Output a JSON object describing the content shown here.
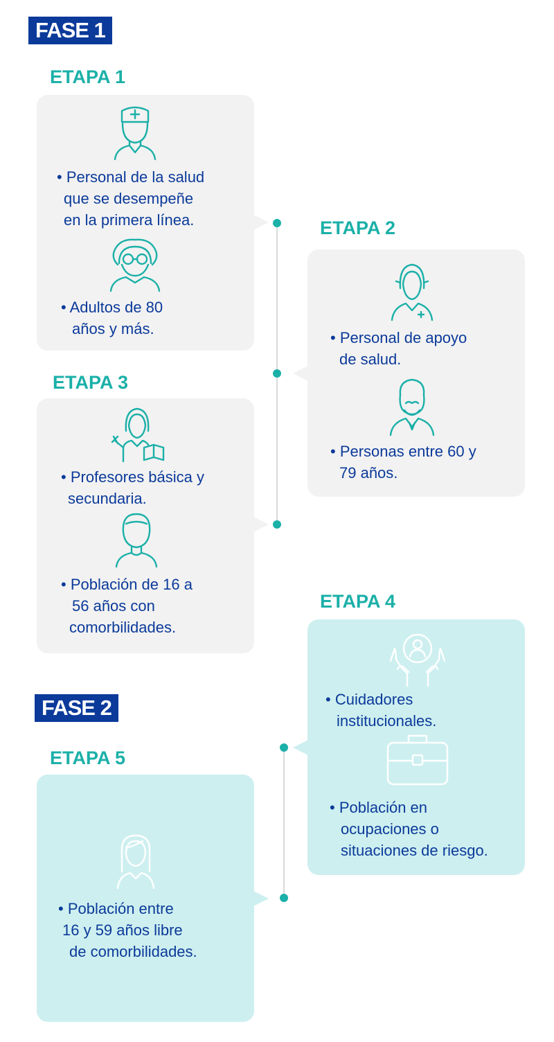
{
  "fase1": "FASE 1",
  "fase2": "FASE 2",
  "etapa1": {
    "title": "ETAPA 1",
    "items": [
      {
        "icon": "nurse-icon",
        "lines": [
          "• Personal de la salud",
          "que se desempeñe",
          "en la primera línea."
        ]
      },
      {
        "icon": "elderly-woman-icon",
        "lines": [
          "• Adultos de 80",
          "años y más."
        ]
      }
    ]
  },
  "etapa2": {
    "title": "ETAPA 2",
    "items": [
      {
        "icon": "health-worker-icon",
        "lines": [
          "• Personal de apoyo",
          "de salud."
        ]
      },
      {
        "icon": "bearded-man-icon",
        "lines": [
          "• Personas entre 60 y",
          "79 años."
        ]
      }
    ]
  },
  "etapa3": {
    "title": "ETAPA 3",
    "items": [
      {
        "icon": "teacher-icon",
        "lines": [
          "• Profesores básica y",
          "secundaria."
        ]
      },
      {
        "icon": "person-icon",
        "lines": [
          "• Población de 16 a",
          "56 años con",
          "comorbilidades."
        ]
      }
    ]
  },
  "etapa4": {
    "title": "ETAPA 4",
    "items": [
      {
        "icon": "caregiver-hands-icon",
        "lines": [
          "• Cuidadores",
          "institucionales."
        ]
      },
      {
        "icon": "briefcase-icon",
        "lines": [
          "• Población en",
          "ocupaciones o",
          "situaciones de riesgo."
        ]
      }
    ]
  },
  "etapa5": {
    "title": "ETAPA 5",
    "items": [
      {
        "icon": "young-woman-icon",
        "lines": [
          "• Población entre",
          "16 y 59 años libre",
          "de comorbilidades."
        ]
      }
    ]
  },
  "colors": {
    "navy": "#0b3a9a",
    "teal": "#1bb0a8",
    "gray_card": "#f2f2f2",
    "teal_card": "#cdefef"
  }
}
